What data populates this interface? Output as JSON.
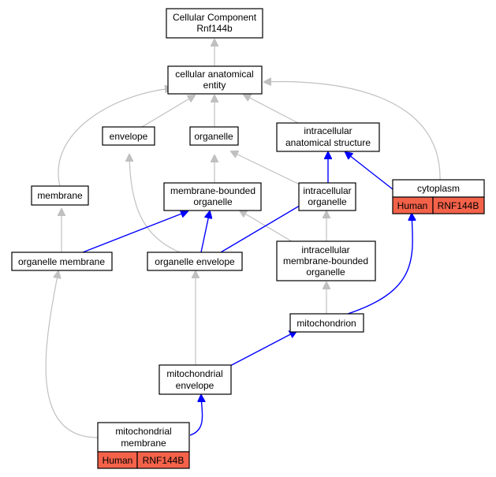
{
  "nodes": {
    "root": {
      "lines": [
        "Cellular Component",
        "Rnf144b"
      ]
    },
    "cae": {
      "lines": [
        "cellular anatomical",
        "entity"
      ]
    },
    "envelope": {
      "lines": [
        "envelope"
      ]
    },
    "organelle": {
      "lines": [
        "organelle"
      ]
    },
    "ias": {
      "lines": [
        "intracellular",
        "anatomical structure"
      ]
    },
    "membrane": {
      "lines": [
        "membrane"
      ]
    },
    "mbo": {
      "lines": [
        "membrane-bounded",
        "organelle"
      ]
    },
    "io": {
      "lines": [
        "intracellular",
        "organelle"
      ]
    },
    "cytoplasm": {
      "lines": [
        "cytoplasm"
      ],
      "badge": {
        "species": "Human",
        "gene": "RNF144B"
      }
    },
    "om": {
      "lines": [
        "organelle membrane"
      ]
    },
    "oe": {
      "lines": [
        "organelle envelope"
      ]
    },
    "imbo": {
      "lines": [
        "intracellular",
        "membrane-bounded",
        "organelle"
      ]
    },
    "mito": {
      "lines": [
        "mitochondrion"
      ]
    },
    "mitoenv": {
      "lines": [
        "mitochondrial",
        "envelope"
      ]
    },
    "mitomem": {
      "lines": [
        "mitochondrial",
        "membrane"
      ],
      "badge": {
        "species": "Human",
        "gene": "RNF144B"
      }
    }
  },
  "colors": {
    "gray_edge": "#c0c0c0",
    "blue_edge": "#0000ff",
    "badge_fill": "#f4624a"
  }
}
